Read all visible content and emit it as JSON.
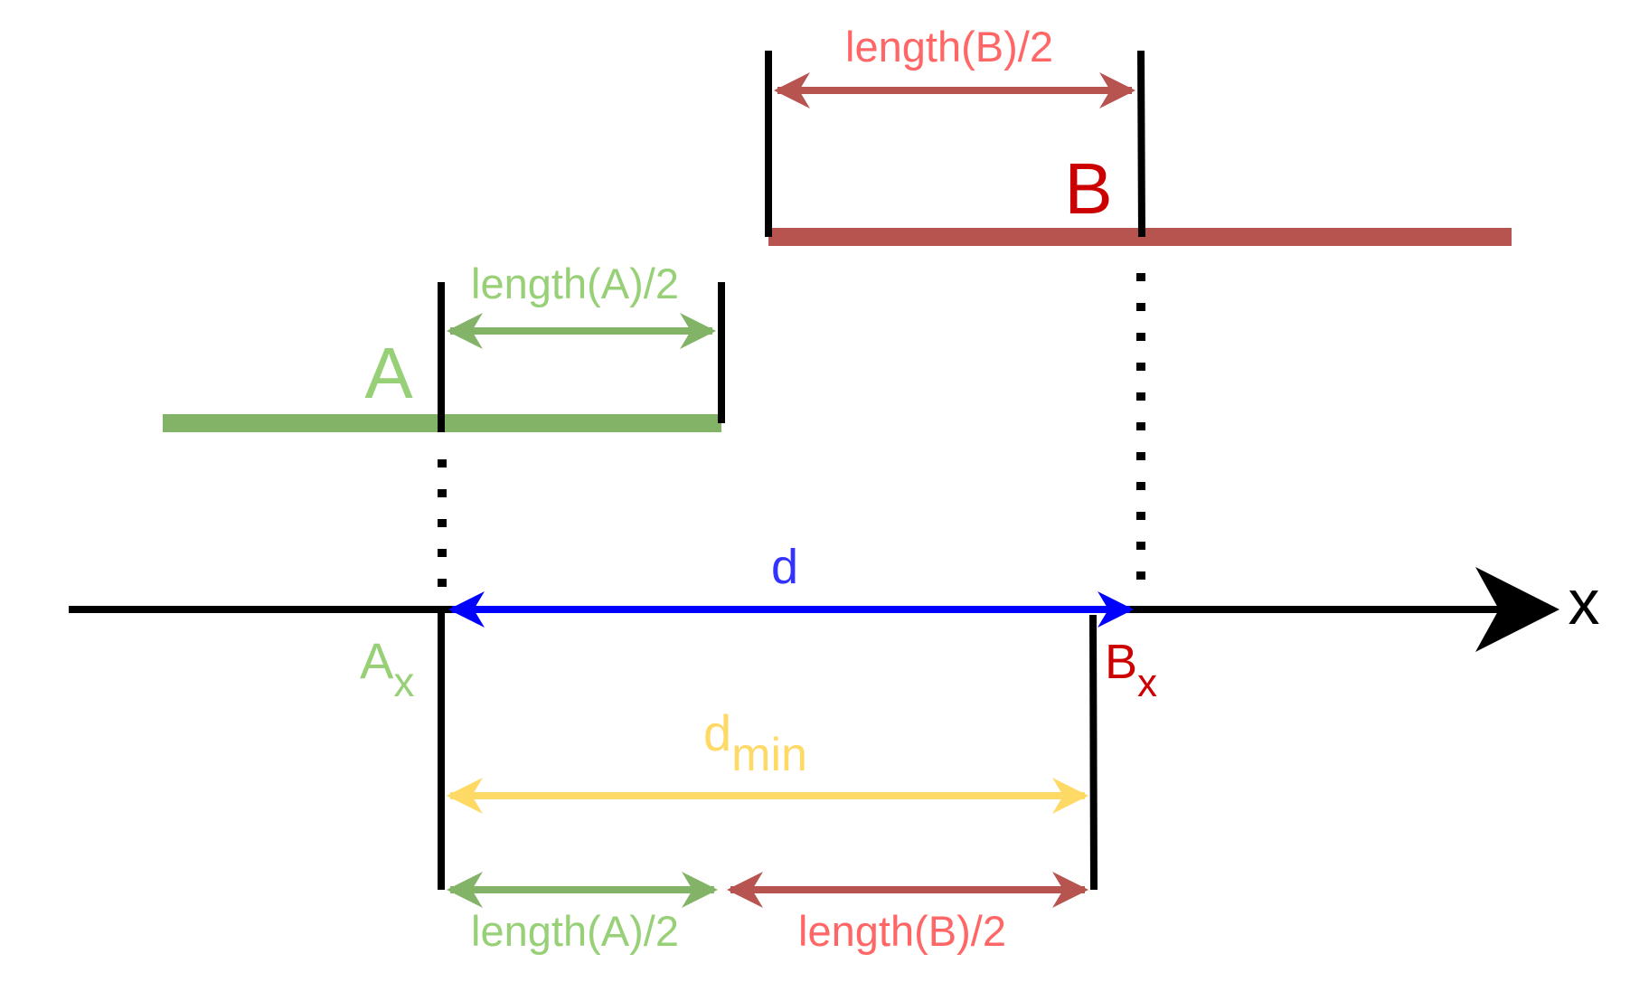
{
  "labels": {
    "a_name": "A",
    "b_name": "B",
    "a_half_top": "length(A)/2",
    "b_half_top": "length(B)/2",
    "a_half_bottom": "length(A)/2",
    "b_half_bottom": "length(B)/2",
    "d": "d",
    "dmin_main": "d",
    "dmin_sub": "min",
    "ax_main": "A",
    "ax_sub": "x",
    "bx_main": "B",
    "bx_sub": "x",
    "axis": "x"
  },
  "colors": {
    "green_bar": "#82b366",
    "green_text": "#97d077",
    "red_bar": "#b85450",
    "red_text": "#ff6666",
    "dark_red_text": "#cc0000",
    "blue": "#0000ff",
    "blue_text": "#3333ff",
    "yellow": "#ffd966",
    "black": "#000000"
  }
}
